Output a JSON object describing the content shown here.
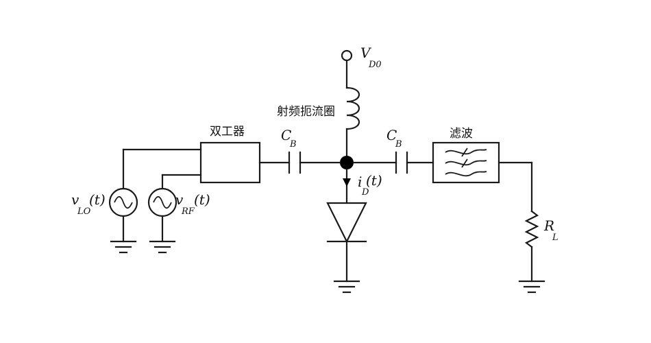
{
  "labels": {
    "vdo_main": "V",
    "vdo_sub": "D0",
    "choke": "射频扼流圈",
    "diplexer": "双工器",
    "filter": "滤波",
    "cb_left_main": "C",
    "cb_left_sub": "B",
    "cb_right_main": "C",
    "cb_right_sub": "B",
    "id_main": "i",
    "id_sub": "D",
    "id_arg": "(t)",
    "vlo_main": "v",
    "vlo_sub": "LO",
    "vlo_arg": "(t)",
    "vrf_main": "v",
    "vrf_sub": "RF",
    "vrf_arg": "(t)",
    "rl_main": "R",
    "rl_sub": "L"
  }
}
